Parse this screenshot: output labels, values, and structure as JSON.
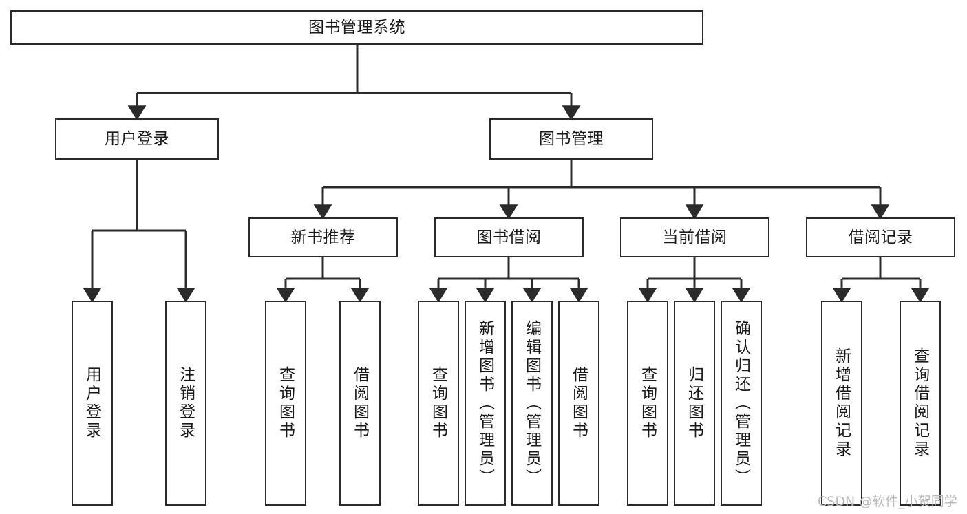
{
  "diagram": {
    "title": "图书管理系统",
    "type": "tree-hierarchy-diagram",
    "colors": {
      "stroke": "#2b2b2b",
      "fill": "#ffffff",
      "text": "#1a1a1a",
      "watermark": "#b9b9b9"
    },
    "watermark": "CSDN @软件_小贺同学",
    "nodes": {
      "root": {
        "label": "图书管理系统"
      },
      "level1": [
        {
          "label": "用户登录"
        },
        {
          "label": "图书管理"
        }
      ],
      "level2": [
        {
          "label": "新书推荐"
        },
        {
          "label": "图书借阅"
        },
        {
          "label": "当前借阅"
        },
        {
          "label": "借阅记录"
        }
      ],
      "leaves": {
        "user_login": [
          {
            "label": "用户登录"
          },
          {
            "label": "注销登录"
          }
        ],
        "new_book_recommend": [
          {
            "label": "查询图书"
          },
          {
            "label": "借阅图书"
          }
        ],
        "book_borrow": [
          {
            "label": "查询图书"
          },
          {
            "label": "新增图书（管理员）"
          },
          {
            "label": "编辑图书（管理员）"
          },
          {
            "label": "借阅图书"
          }
        ],
        "current_borrow": [
          {
            "label": "查询图书"
          },
          {
            "label": "归还图书"
          },
          {
            "label": "确认归还（管理员）"
          }
        ],
        "borrow_record": [
          {
            "label": "新增借阅记录"
          },
          {
            "label": "查询借阅记录"
          }
        ]
      }
    }
  }
}
